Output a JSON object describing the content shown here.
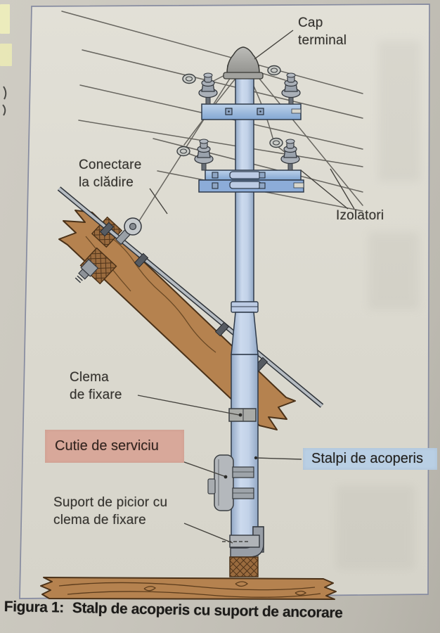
{
  "figure": {
    "caption": {
      "prefix": "Figura 1:",
      "text": "Stalp de acoperis cu suport de ancorare"
    }
  },
  "labels": {
    "cap_terminal": {
      "line1": "Cap",
      "line2": "terminal"
    },
    "conectare": {
      "line1": "Conectare",
      "line2": "la clădire"
    },
    "izolatori": {
      "text": "Izolatori"
    },
    "clema_fixare": {
      "line1": "Clema",
      "line2": "de fixare"
    },
    "cutie_serviciu": {
      "text": "Cutie de serviciu"
    },
    "stalpi_acoperis": {
      "text": "Stalpi de acoperis"
    },
    "suport_picior": {
      "line1": "Suport de picior cu",
      "line2": "clema de fixare"
    }
  },
  "colors": {
    "page_background": "#c8c5bc",
    "figure_background": "#dedcd3",
    "figure_border": "#868ba0",
    "label_box_pink": "#d8a89a",
    "label_box_blue": "#b9cfe4",
    "pole_blue": "#b6c7e0",
    "crossarm_blue": "#8cacd8",
    "hardware_gray": "#9aa0a6",
    "wood_brown": "#b5824f",
    "wood_outline": "#4a3118",
    "wire_gray": "#686660",
    "sticky_tab_yellow": "#ededbc"
  }
}
